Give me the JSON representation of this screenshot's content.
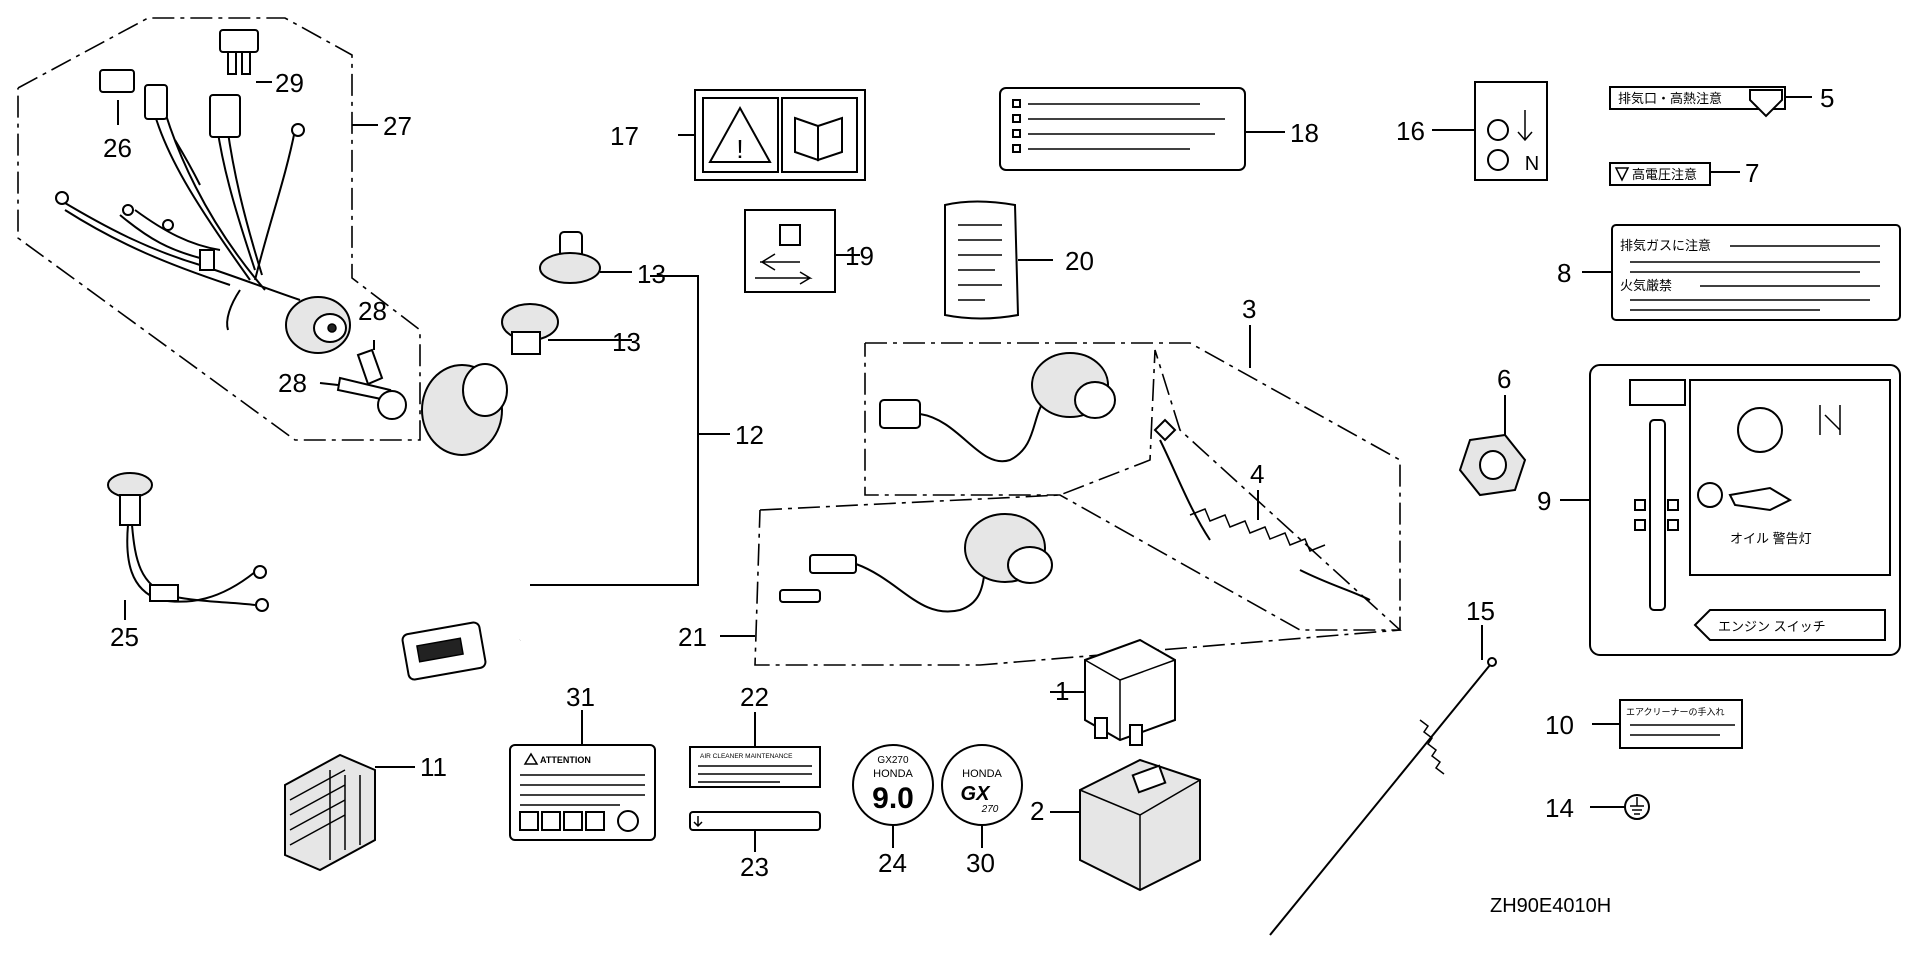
{
  "diagram_code": "ZH90E4010H",
  "callouts": {
    "c1": "1",
    "c2": "2",
    "c3": "3",
    "c4": "4",
    "c5": "5",
    "c6": "6",
    "c7": "7",
    "c8": "8",
    "c9": "9",
    "c10": "10",
    "c11": "11",
    "c12": "12",
    "c13a": "13",
    "c13b": "13",
    "c14": "14",
    "c15": "15",
    "c16": "16",
    "c17": "17",
    "c18": "18",
    "c19": "19",
    "c20": "20",
    "c21": "21",
    "c22": "22",
    "c23": "23",
    "c24": "24",
    "c25": "25",
    "c26": "26",
    "c27": "27",
    "c28a": "28",
    "c28b": "28",
    "c29": "29",
    "c30": "30",
    "c31": "31"
  },
  "labels": {
    "label5": "排気口・高熱注意",
    "label7": "高電圧注意",
    "label8_line1": "排気ガスに注意",
    "label8_line2": "火気厳禁",
    "label9_oil": "オイル 警告灯",
    "label9_switch": "エンジン スイッチ",
    "label10": "エアクリーナーの手入れ",
    "label22": "AIR CLEANER MAINTENANCE",
    "label31": "ATTENTION",
    "emblem24_model": "GX270",
    "emblem24_brand": "HONDA",
    "emblem24_hp": "9.0",
    "emblem30_brand": "HONDA",
    "emblem30_gx": "GX",
    "emblem30_model": "270"
  }
}
